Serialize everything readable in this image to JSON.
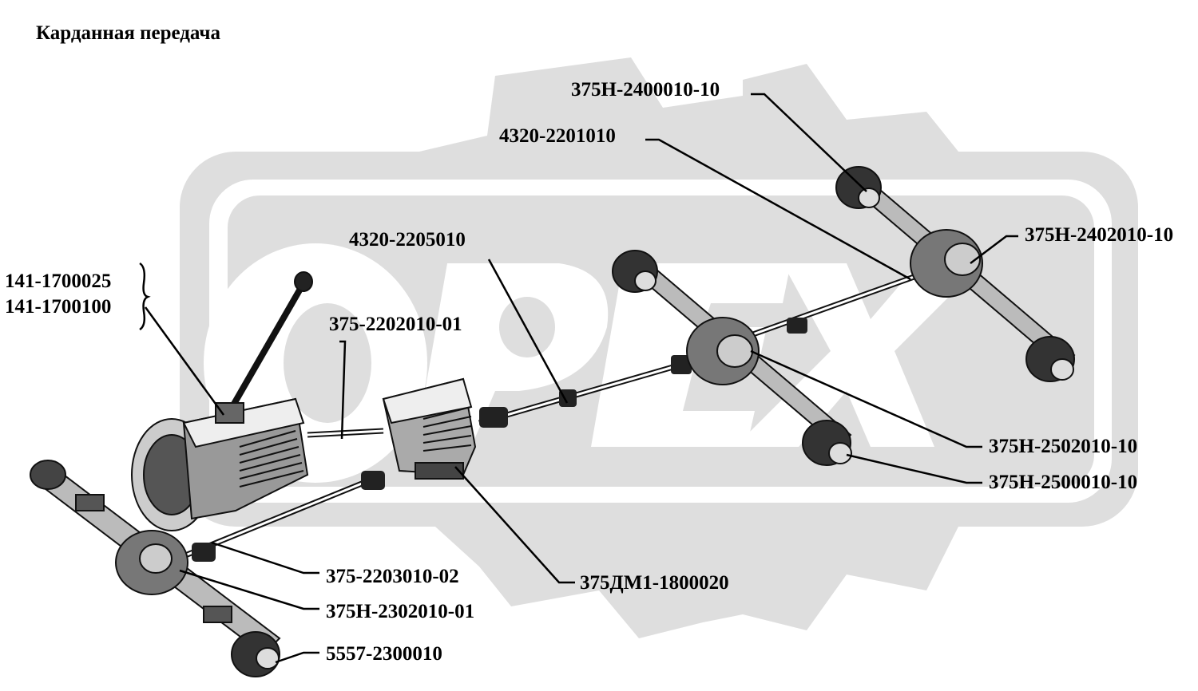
{
  "title": "Карданная передача",
  "labels": {
    "rear_axle": "375Н-2400010-10",
    "shaft_middle_rear": "4320-2201010",
    "rear_axle_reducer": "375Н-2402010-10",
    "shaft_main": "4320-2205010",
    "gearbox_a": "141-1700025",
    "gearbox_b": "141-1700100",
    "intermediate_shaft": "375-2202010-01",
    "middle_axle_reducer": "375Н-2502010-10",
    "middle_axle": "375Н-2500010-10",
    "front_shaft": "375-2203010-02",
    "transfer_case": "375ДМ1-1800020",
    "front_axle_reducer": "375Н-2302010-01",
    "front_axle": "5557-2300010"
  },
  "colors": {
    "watermark": "#dedede",
    "ink": "#000000"
  }
}
